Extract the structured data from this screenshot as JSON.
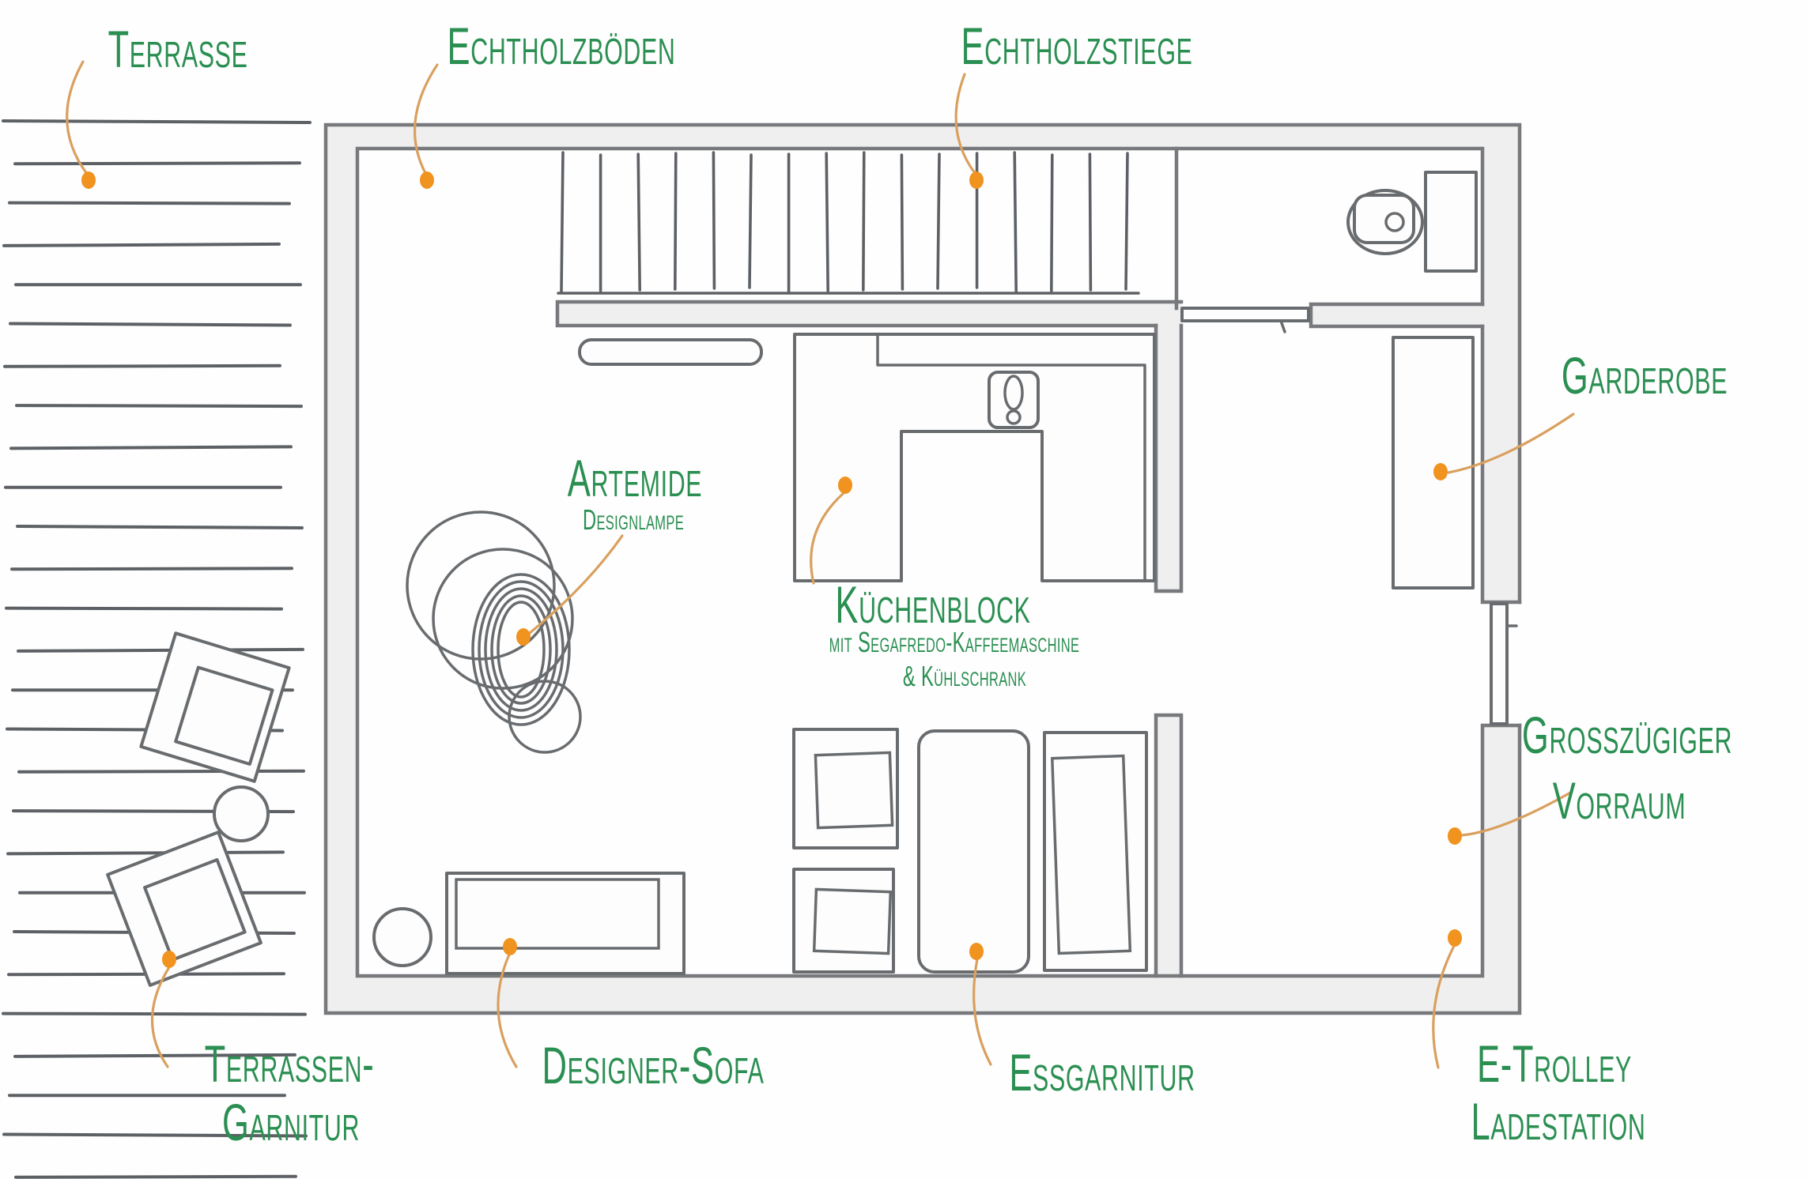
{
  "meta": {
    "type": "hand-drawn floor plan with callout labels",
    "language": "de"
  },
  "colors": {
    "label_green": "#2b8f52",
    "dot_orange": "#f0931f",
    "leader_tan": "#d9a05e",
    "wall_fill": "#efefef",
    "wall_stroke": "#77797c",
    "ink_line": "#5d6165",
    "furniture_stroke": "#696c6f"
  },
  "labels": {
    "terrasse": "Terrasse",
    "echtholzboeden": "Echtholzböden",
    "echtholzstiege": "Echtholzstiege",
    "garderobe": "Garderobe",
    "artemide": "Artemide",
    "artemide_sub": "Designlampe",
    "kuechenblock": "Küchenblock",
    "kuechenblock_sub1": "mit Segafredo-Kaffeemaschine",
    "kuechenblock_sub2": "& Kühlschrank",
    "vorraum_line1": "Grosszügiger",
    "vorraum_line2": "Vorraum",
    "terrassengarnitur_line1": "Terrassen-",
    "terrassengarnitur_line2": "Garnitur",
    "designersofa": "Designer-Sofa",
    "essgarnitur": "Essgarnitur",
    "etrolley_line1": "E-Trolley",
    "etrolley_line2": "Ladestation"
  }
}
